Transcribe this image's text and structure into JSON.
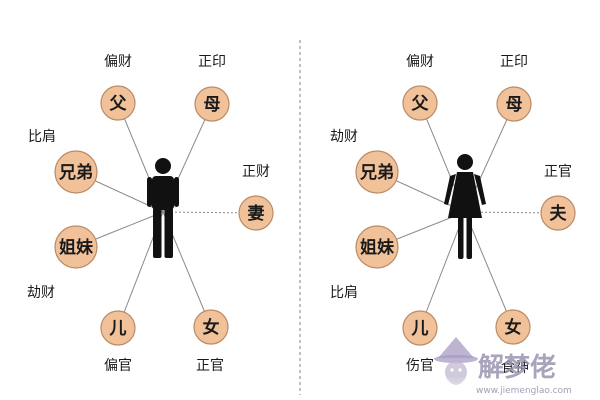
{
  "colors": {
    "node_fill": "#F1C19A",
    "node_stroke": "#B98A64",
    "line": "#8A8A8A",
    "divider": "#9A9A9A",
    "figure": "#111111",
    "text": "#1A1A1A",
    "watermark": "#9B93B0"
  },
  "panels": [
    {
      "id": "male",
      "figure": "man-icon",
      "nodes": [
        {
          "id": "father",
          "char": "父",
          "label": "偏财"
        },
        {
          "id": "mother",
          "char": "母",
          "label": "正印"
        },
        {
          "id": "brothers",
          "char": "兄弟",
          "label": "比肩"
        },
        {
          "id": "spouse",
          "char": "妻",
          "label": "正财"
        },
        {
          "id": "sisters",
          "char": "姐妹",
          "label": "劫财"
        },
        {
          "id": "son",
          "char": "儿",
          "label": "偏官"
        },
        {
          "id": "daughter",
          "char": "女",
          "label": "正官"
        }
      ]
    },
    {
      "id": "female",
      "figure": "woman-icon",
      "nodes": [
        {
          "id": "father",
          "char": "父",
          "label": "偏财"
        },
        {
          "id": "mother",
          "char": "母",
          "label": "正印"
        },
        {
          "id": "brothers",
          "char": "兄弟",
          "label": "劫财"
        },
        {
          "id": "spouse",
          "char": "夫",
          "label": "正官"
        },
        {
          "id": "sisters",
          "char": "姐妹",
          "label": "比肩"
        },
        {
          "id": "son",
          "char": "儿",
          "label": "伤官"
        },
        {
          "id": "daughter",
          "char": "女",
          "label": "食神"
        }
      ]
    }
  ],
  "watermark": {
    "brand": "解梦佬",
    "url": "www.jiemenglao.com",
    "icon": "wizard-hat-mascot-icon"
  }
}
